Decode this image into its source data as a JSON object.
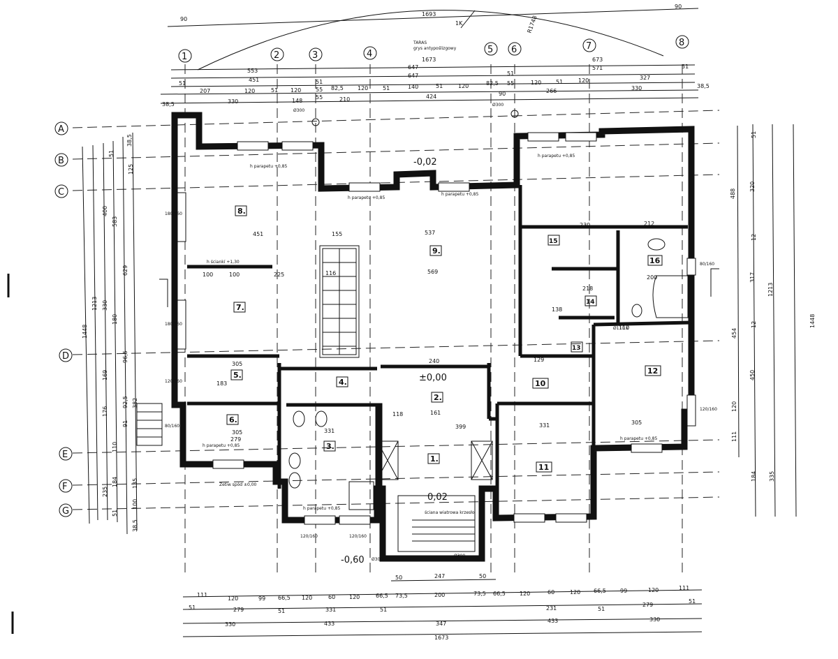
{
  "title_top": "1693",
  "north": "1K",
  "radius": "R1748",
  "terrace": {
    "title": "TARAS",
    "sub": "grys antypoślizgowy"
  },
  "axes_top": [
    "1",
    "2",
    "3",
    "4",
    "5",
    "6",
    "7",
    "8"
  ],
  "axes_left": [
    "A",
    "B",
    "C",
    "D",
    "E",
    "F",
    "G"
  ],
  "top_dims": {
    "overall": "1673",
    "d90l": "90",
    "d90r": "90",
    "row1": [
      "553",
      "647",
      "673"
    ],
    "row2": [
      "451",
      "647",
      "571"
    ],
    "row3": [
      "51",
      "51",
      "55",
      "82,5",
      "120",
      "51",
      "140",
      "51",
      "120",
      "82,5",
      "55",
      "51",
      "120",
      "51",
      "120",
      "327",
      "51"
    ],
    "row4": [
      "38,5",
      "207",
      "120",
      "51",
      "120",
      "55",
      "210",
      "424",
      "90",
      "266",
      "330",
      "38,5"
    ],
    "row5": [
      "330",
      "148",
      "210"
    ]
  },
  "bottom_dims": {
    "row1": [
      "111",
      "120",
      "99",
      "66,5",
      "120",
      "60",
      "120",
      "66,5",
      "73,5",
      "200",
      "73,5",
      "66,5",
      "120",
      "60",
      "120",
      "66,5",
      "99",
      "120",
      "111"
    ],
    "row2": [
      "51",
      "279",
      "51",
      "331",
      "51",
      "231",
      "51",
      "279",
      "51"
    ],
    "row3": [
      "330",
      "433",
      "347",
      "433",
      "330"
    ],
    "overall": "1673",
    "d247": "247",
    "d50a": "50",
    "d50b": "50"
  },
  "left_dims": [
    "1448",
    "1213",
    "400",
    "583",
    "629",
    "330",
    "180",
    "96,5",
    "169",
    "176",
    "382",
    "92,5",
    "91",
    "110",
    "184",
    "235",
    "51",
    "135",
    "100",
    "38,5",
    "125",
    "51",
    "38,5"
  ],
  "right_dims": [
    "1448",
    "1213",
    "488",
    "320",
    "317",
    "454",
    "450",
    "120",
    "111",
    "184",
    "335",
    "51",
    "12",
    "12"
  ],
  "rooms": [
    "1.",
    "2.",
    "3.",
    "4.",
    "5.",
    "6.",
    "7.",
    "8.",
    "9.",
    "10",
    "11",
    "12",
    "13",
    "14",
    "15",
    "16"
  ],
  "levels": [
    "-0,02",
    "±0,00",
    "0,02",
    "-0,60"
  ],
  "sill_labels": [
    "h parapetu +0,85",
    "h ściankí +1,30",
    "h parapetu +0,85",
    "h parapetu +0,85",
    "h parapetu +0,85",
    "h parapetu +0,85",
    "h parapetu +0,85",
    "h parapetu +0,85"
  ],
  "notes": [
    "Zetiw spód ±0,00",
    "ściana wiatrowa krzesło"
  ],
  "window_dims": [
    "180/160",
    "180/160",
    "80/160",
    "120/160",
    "120/160",
    "80/160",
    "120/160",
    "120/160"
  ],
  "interior_dims": [
    "537",
    "569",
    "451",
    "155",
    "225",
    "100",
    "100",
    "116",
    "305",
    "183",
    "279",
    "305",
    "331",
    "240",
    "161",
    "118",
    "399",
    "331",
    "305",
    "230",
    "212",
    "200",
    "218",
    "129",
    "138",
    "110"
  ],
  "markers": [
    "Ø300",
    "Ø300",
    "Ø300",
    "Ø300",
    "Ø110 K"
  ]
}
